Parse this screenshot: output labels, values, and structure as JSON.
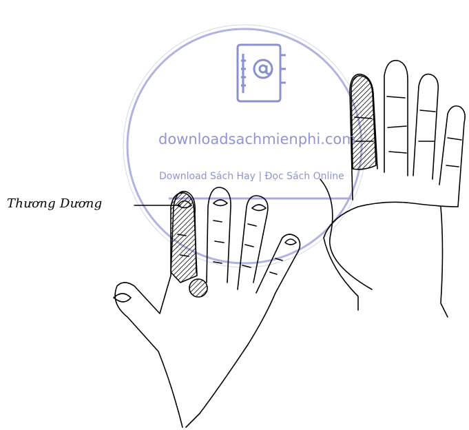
{
  "figure": {
    "label": "Thương Dương"
  },
  "watermark": {
    "site": "downloadsachmienphi.com",
    "tagline": "Download Sách Hay | Đọc Sách Online",
    "color": "#7c83c8"
  },
  "icons": {
    "watermark_logo": "address-book-icon"
  }
}
